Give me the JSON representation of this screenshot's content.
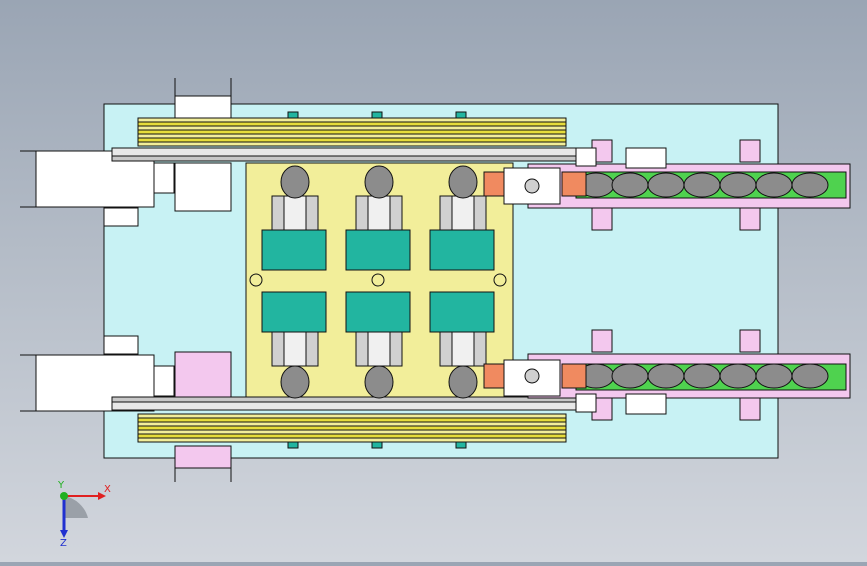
{
  "viewport": {
    "background_top": "#9aa5b4",
    "background_bottom": "#d2d6dd",
    "base_plate_color": "#c8f2f4",
    "mount_plate_color": "#f2ee9a",
    "slide_block_color": "#22b5a0",
    "pink_part_color": "#f3c8ee",
    "rail_color": "#e6dd3a",
    "ball_color": "#8c8c8c",
    "green_fill_color": "#4fd24f",
    "orange_bracket_color": "#f08a60"
  },
  "triad": {
    "x_label": "X",
    "y_label": "Y",
    "z_label": "Z",
    "x_color": "#e02020",
    "y_color": "#20b020",
    "z_color": "#2030d0",
    "icon": "coordinate-triad-icon"
  }
}
